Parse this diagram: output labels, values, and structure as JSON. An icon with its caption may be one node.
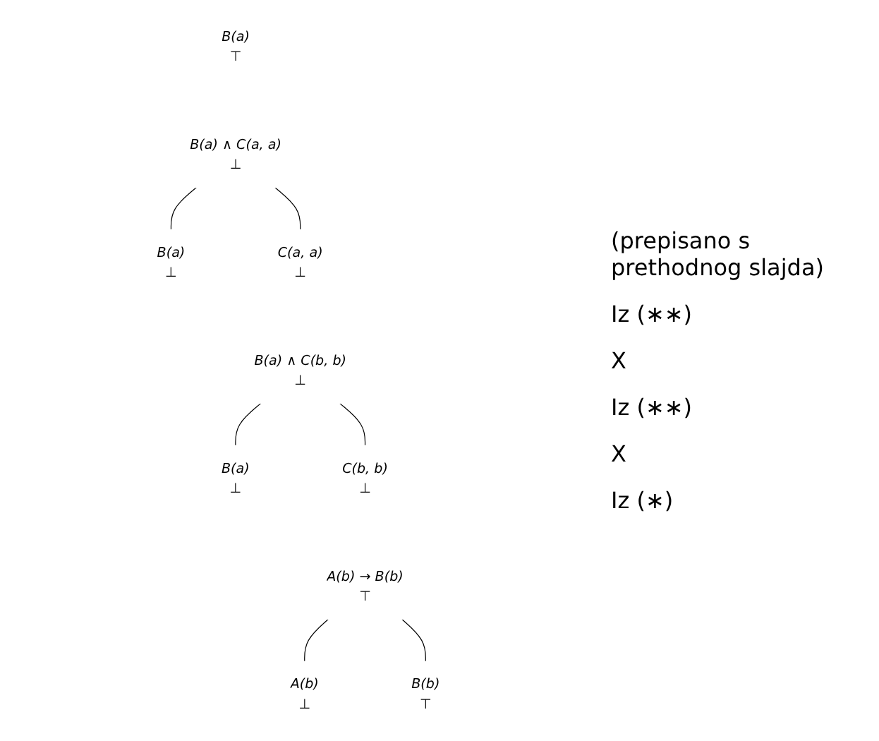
{
  "diagram": {
    "nodes": [
      {
        "text": [
          "B(a)",
          "⊤"
        ]
      },
      {
        "text": [
          "B(a) ∧ C(a, a)",
          "⊥"
        ]
      },
      {
        "text": [
          "B(a)",
          "⊥"
        ]
      },
      {
        "text": [
          "C(a, a)",
          "⊥"
        ]
      },
      {
        "text": [
          "B(a) ∧ C(b, b)",
          "⊥"
        ]
      },
      {
        "text": [
          "B(a)",
          "⊥"
        ]
      },
      {
        "text": [
          "C(b, b)",
          "⊥"
        ]
      },
      {
        "text": [
          "A(b) → B(b)",
          "⊤"
        ]
      },
      {
        "text": [
          "A(b)",
          "⊥"
        ]
      },
      {
        "text": [
          "B(b)",
          "⊤"
        ]
      }
    ],
    "edges": [
      {
        "from": 1,
        "to": 2,
        "arrow": "none"
      },
      {
        "from": 1,
        "to": 3,
        "arrow": "none"
      },
      {
        "from": 4,
        "to": 5,
        "arrow": "none"
      },
      {
        "from": 4,
        "to": 6,
        "arrow": "none"
      },
      {
        "from": 7,
        "to": 8,
        "arrow": "none"
      },
      {
        "from": 7,
        "to": 9,
        "arrow": "none"
      }
    ],
    "labels": [
      "(prepisano s prethodnog slajda)",
      "Iz (∗∗)",
      "X",
      "Iz (∗∗)",
      "X",
      "Iz (∗)"
    ]
  }
}
